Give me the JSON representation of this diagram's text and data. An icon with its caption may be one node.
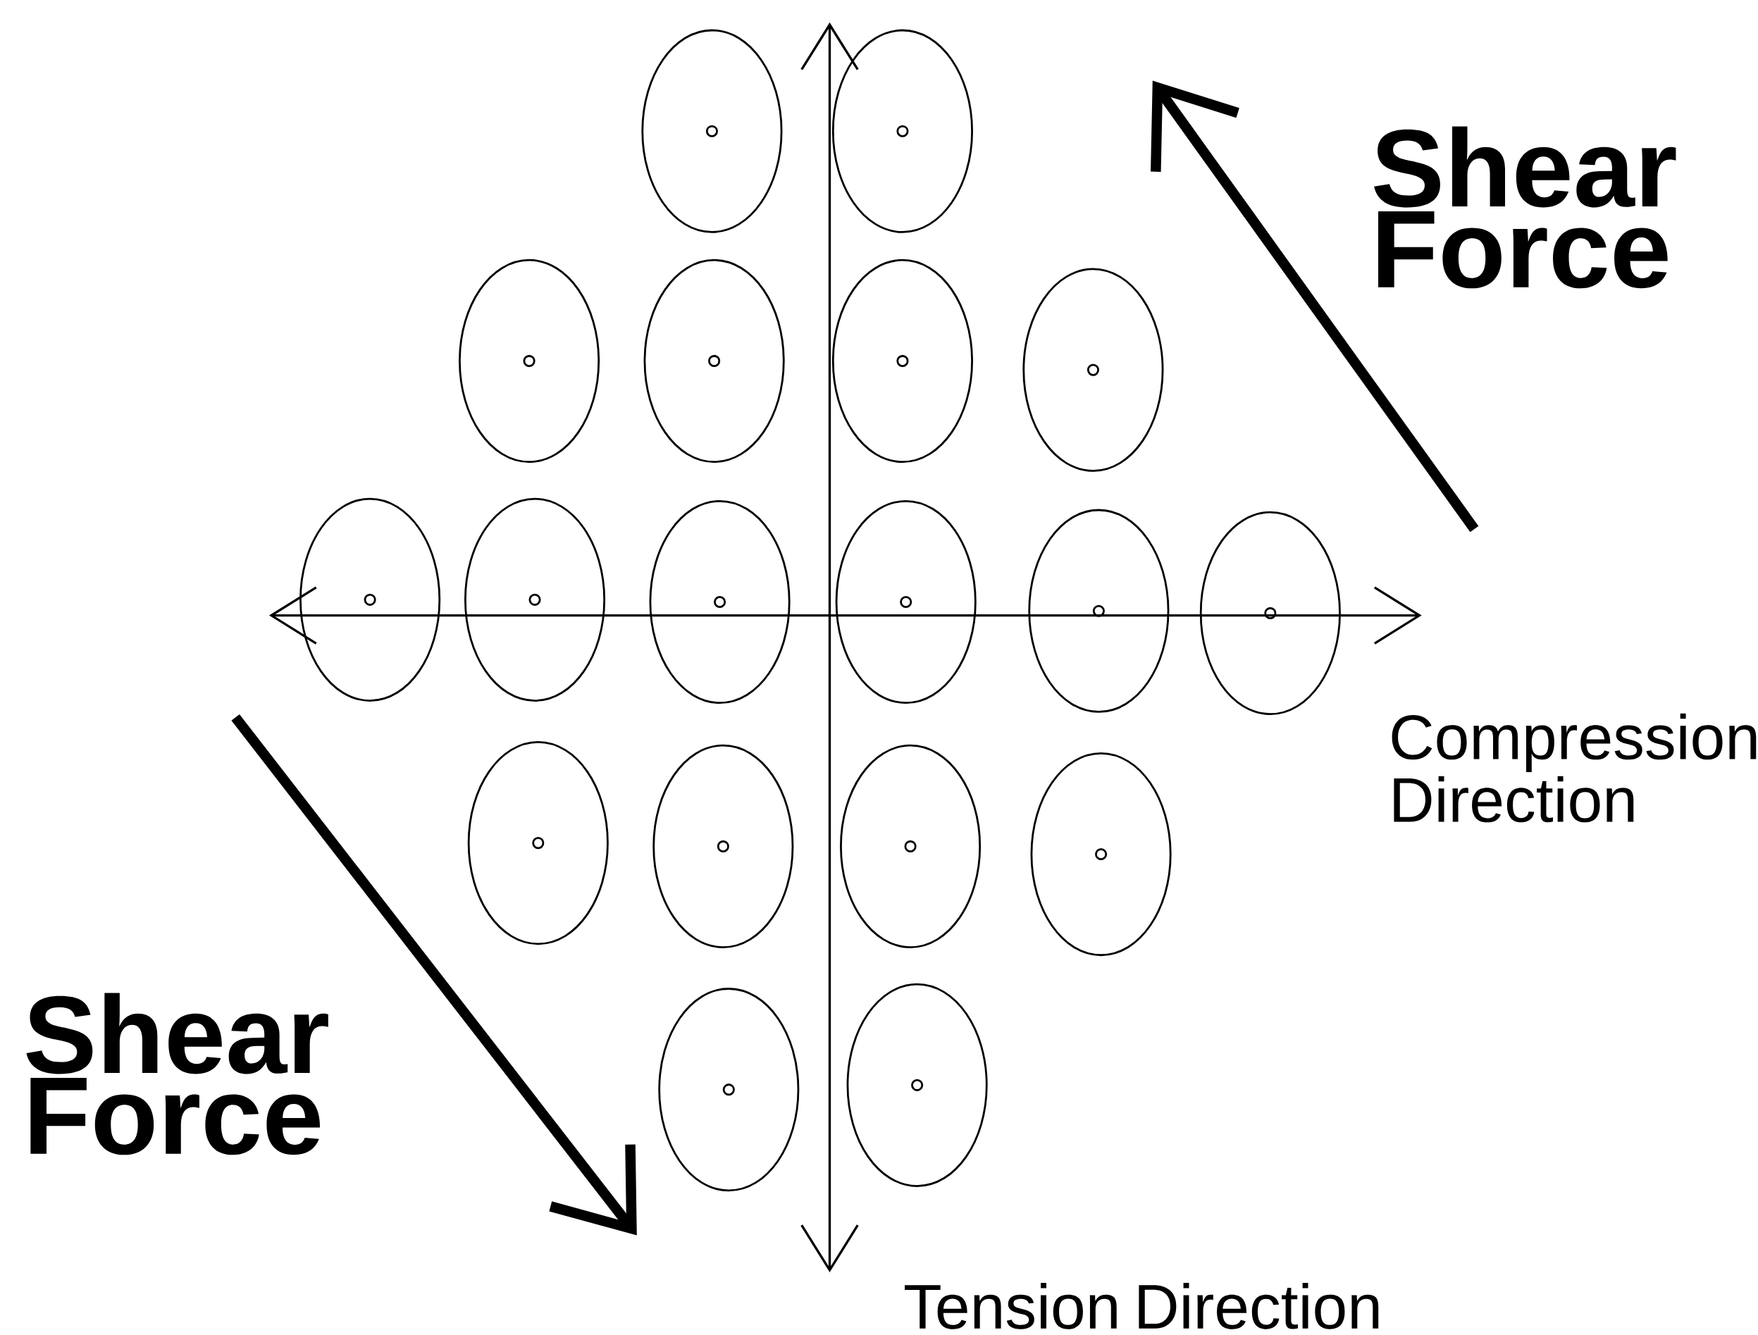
{
  "diagram": {
    "labels": [
      "Shear Force",
      "Compression Direction",
      "Shear Force",
      "Tension Direction"
    ]
  }
}
